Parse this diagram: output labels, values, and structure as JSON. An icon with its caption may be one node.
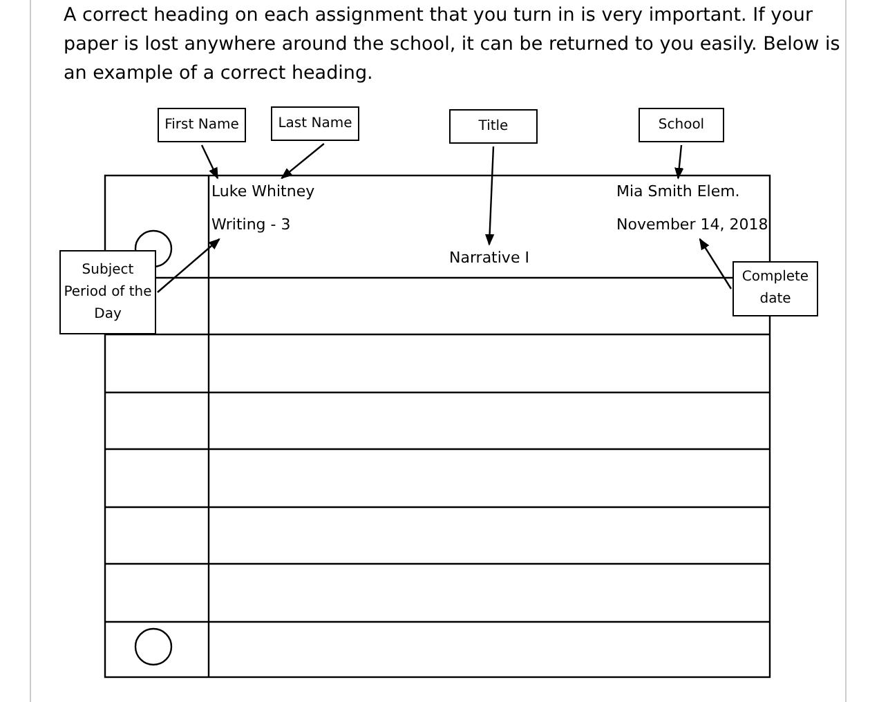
{
  "diagram": {
    "nodes": [
      {
        "text": [
          "First Name"
        ]
      },
      {
        "text": [
          "Last Name"
        ]
      },
      {
        "text": [
          "Title"
        ]
      },
      {
        "text": [
          "School"
        ]
      },
      {
        "text": [
          "Subject Period of the Day"
        ]
      },
      {
        "text": [
          "Complete date"
        ]
      },
      {
        "text": [
          "Luke Whitney"
        ]
      },
      {
        "text": [
          "Writing - 3"
        ]
      },
      {
        "text": [
          "Narrative I"
        ]
      },
      {
        "text": [
          "Mia Smith Elem."
        ]
      },
      {
        "text": [
          "November 14, 2018"
        ]
      }
    ],
    "edges": [
      {
        "from": 0,
        "to": 6,
        "arrow": "to"
      },
      {
        "from": 1,
        "to": 6,
        "arrow": "to"
      },
      {
        "from": 2,
        "to": 8,
        "arrow": "to"
      },
      {
        "from": 3,
        "to": 9,
        "arrow": "to"
      },
      {
        "from": 4,
        "to": 7,
        "arrow": "to"
      },
      {
        "from": 5,
        "to": 10,
        "arrow": "to"
      }
    ],
    "labels": [
      "A correct heading on each assignment that you turn in is very important. If your paper is lost anywhere around the school, it can be returned to you easily. Below is an example of a correct heading."
    ]
  }
}
